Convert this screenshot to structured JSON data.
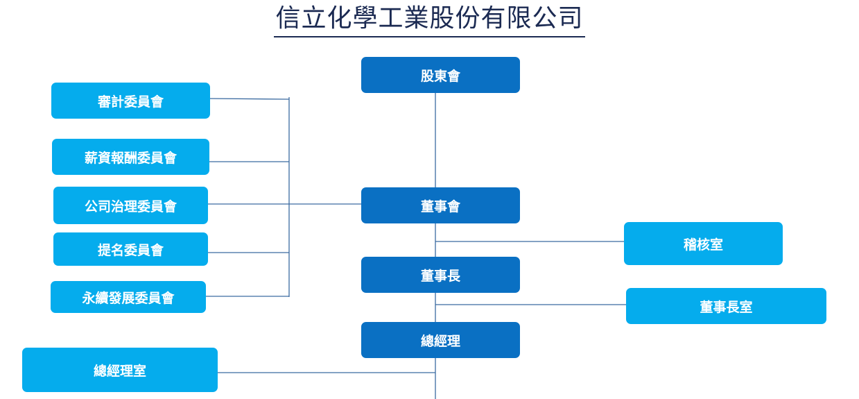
{
  "title": "信立化學工業股份有限公司",
  "nodes": {
    "shareholders": "股東會",
    "board": "董事會",
    "chairman": "董事長",
    "general_manager": "總經理",
    "audit_committee": "審計委員會",
    "compensation_committee": "薪資報酬委員會",
    "governance_committee": "公司治理委員會",
    "nomination_committee": "提名委員會",
    "sustainability_committee": "永續發展委員會",
    "internal_audit_office": "稽核室",
    "chairman_office": "董事長室",
    "gm_office": "總經理室"
  },
  "colors": {
    "main_box": "#0a70c3",
    "side_box": "#05aced",
    "line": "#3a6aa0",
    "title": "#1b2a52"
  }
}
